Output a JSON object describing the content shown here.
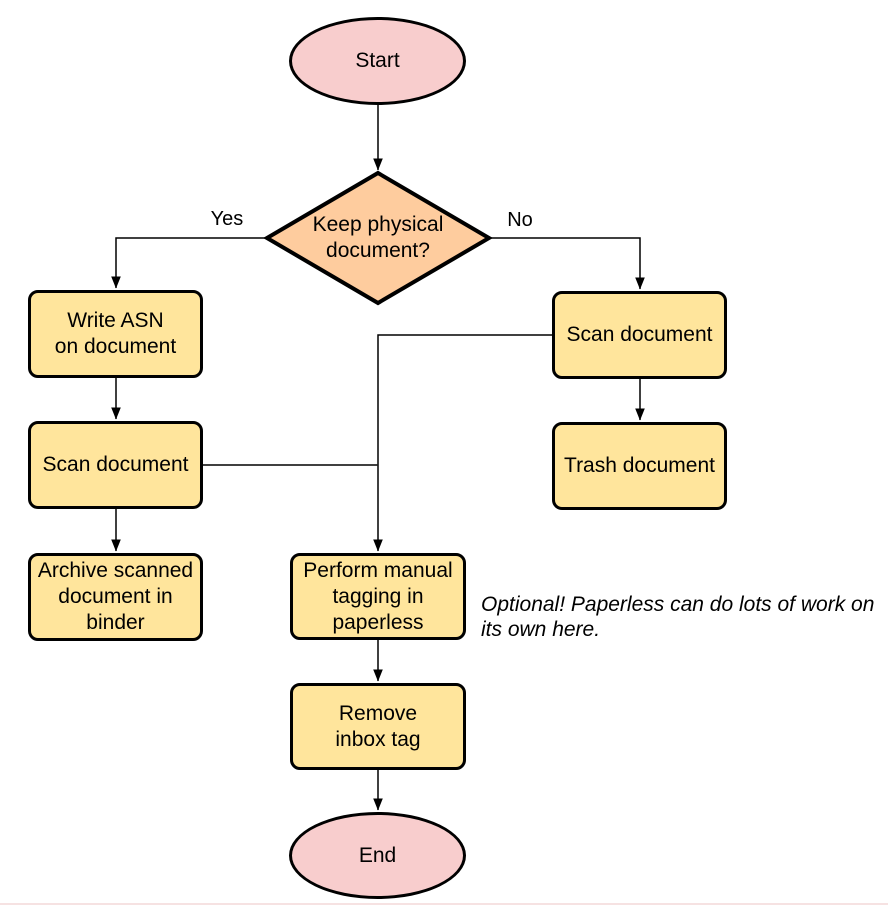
{
  "diagram": {
    "type": "flowchart",
    "nodes": {
      "start": {
        "shape": "terminator",
        "label": "Start",
        "fill": "#f8cdcd"
      },
      "decision_keep_physical": {
        "shape": "decision",
        "label": "Keep physical\ndocument?",
        "fill": "#fecc9e"
      },
      "write_asn": {
        "shape": "process",
        "label": "Write ASN\non document",
        "fill": "#ffe59c"
      },
      "scan_document_left": {
        "shape": "process",
        "label": "Scan document",
        "fill": "#ffe59c"
      },
      "archive_in_binder": {
        "shape": "process",
        "label": "Archive scanned\ndocument in\nbinder",
        "fill": "#ffe59c"
      },
      "scan_document_right": {
        "shape": "process",
        "label": "Scan document",
        "fill": "#ffe59c"
      },
      "trash_document": {
        "shape": "process",
        "label": "Trash document",
        "fill": "#ffe59c"
      },
      "manual_tagging": {
        "shape": "process",
        "label": "Perform manual\ntagging in\npaperless",
        "fill": "#ffe59c"
      },
      "remove_inbox_tag": {
        "shape": "process",
        "label": "Remove\ninbox tag",
        "fill": "#ffe59c"
      },
      "end": {
        "shape": "terminator",
        "label": "End",
        "fill": "#f8cdcd"
      }
    },
    "edge_labels": {
      "yes": "Yes",
      "no": "No"
    },
    "annotation": {
      "text": "Optional! Paperless can do lots of work on\nits own here."
    },
    "colors": {
      "stroke": "#000000",
      "process_fill": "#ffe59c",
      "decision_fill": "#fecc9e",
      "terminator_fill": "#f8cdcd",
      "background": "#ffffff"
    }
  }
}
